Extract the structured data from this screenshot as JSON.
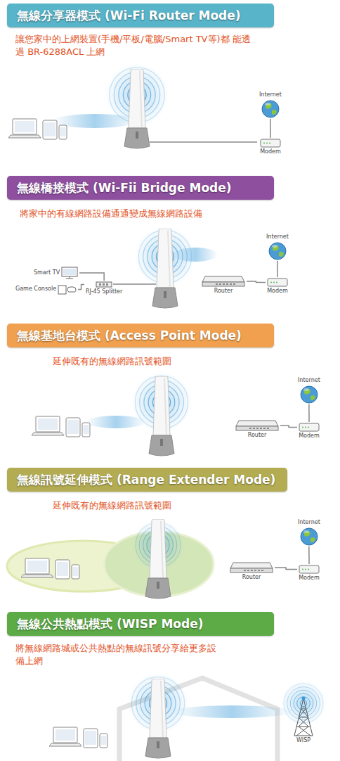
{
  "diagram": {
    "nodes": [
      {
        "text": [
          "無線分享器模式 (Wi-Fi Router Mode)"
        ]
      },
      {
        "text": [
          "Internet"
        ]
      },
      {
        "text": [
          "Modem"
        ]
      },
      {
        "text": [
          "無線橋接模式 (Wi-Fii Bridge Mode)"
        ]
      },
      {
        "text": [
          "Smart TV"
        ]
      },
      {
        "text": [
          "Game Console"
        ]
      },
      {
        "text": [
          "RJ-45 Splitter"
        ]
      },
      {
        "text": [
          "Internet"
        ]
      },
      {
        "text": [
          "Router"
        ]
      },
      {
        "text": [
          "Modem"
        ]
      },
      {
        "text": [
          "無線基地台模式 (Access Point Mode)"
        ]
      },
      {
        "text": [
          "Internet"
        ]
      },
      {
        "text": [
          "Router"
        ]
      },
      {
        "text": [
          "Modem"
        ]
      },
      {
        "text": [
          "無線訊號延伸模式 (Range Extender Mode)"
        ]
      },
      {
        "text": [
          "Internet"
        ]
      },
      {
        "text": [
          "Router"
        ]
      },
      {
        "text": [
          "Modem"
        ]
      },
      {
        "text": [
          "無線公共熱點模式 (WISP Mode)"
        ]
      },
      {
        "text": [
          "WISP"
        ]
      }
    ],
    "edges": [
      {
        "from": 2,
        "to": 1,
        "arrow": "none"
      },
      {
        "from": 4,
        "to": 6,
        "arrow": "none"
      },
      {
        "from": 5,
        "to": 6,
        "arrow": "none"
      },
      {
        "from": 8,
        "to": 9,
        "arrow": "none"
      },
      {
        "from": 9,
        "to": 7,
        "arrow": "none"
      },
      {
        "from": 12,
        "to": 13,
        "arrow": "none"
      },
      {
        "from": 13,
        "to": 11,
        "arrow": "none"
      },
      {
        "from": 16,
        "to": 17,
        "arrow": "none"
      },
      {
        "from": 17,
        "to": 15,
        "arrow": "none"
      }
    ],
    "labels": [
      "讓您家中的上網裝置(手機/平板/電腦/Smart TV等)都 能透過 BR-6288ACL 上網",
      "將家中的有線網路設備通通變成無線網路設備",
      "延伸既有的無線網路訊號範圍",
      "延伸既有的無線網路訊號範圍",
      "將無線網路城或公共熱點的無線訊號分享給更多設 備上網"
    ]
  }
}
